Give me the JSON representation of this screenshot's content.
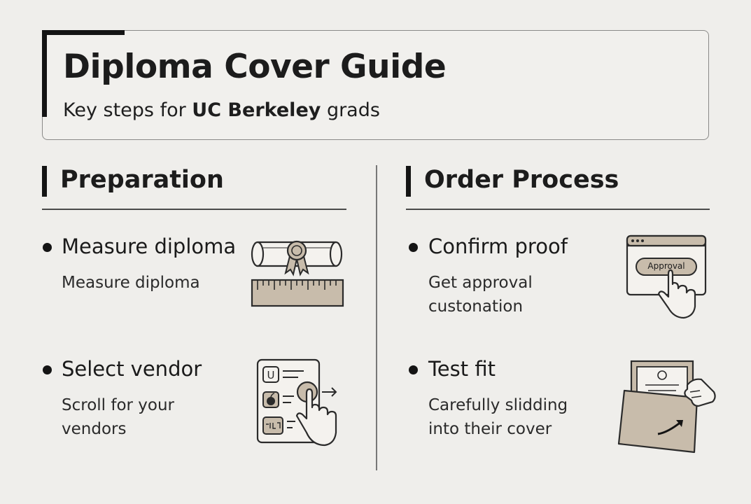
{
  "header": {
    "title": "Diploma Cover Guide",
    "subtitle_prefix": "Key steps for ",
    "subtitle_emphasis": "UC Berkeley",
    "subtitle_suffix": " grads"
  },
  "sections": [
    {
      "title": "Preparation",
      "items": [
        {
          "title": "Measure diploma",
          "description": "Measure diploma",
          "icon": "diploma-ruler-icon"
        },
        {
          "title": "Select vendor",
          "description": "Scroll  for your\nvendors",
          "icon": "vendor-list-tap-icon"
        }
      ]
    },
    {
      "title": "Order Process",
      "items": [
        {
          "title": "Confirm proof",
          "description": "Get approval\ncustonation",
          "icon": "approval-click-icon",
          "button_label": "Approval"
        },
        {
          "title": "Test fit",
          "description": "Carefully slidding\ninto their cover",
          "icon": "certificate-cover-icon"
        }
      ]
    }
  ],
  "colors": {
    "background": "#efeeeb",
    "accent": "#141414",
    "illustration_fill": "#c8bcab",
    "illustration_stroke": "#2b2b2b"
  }
}
